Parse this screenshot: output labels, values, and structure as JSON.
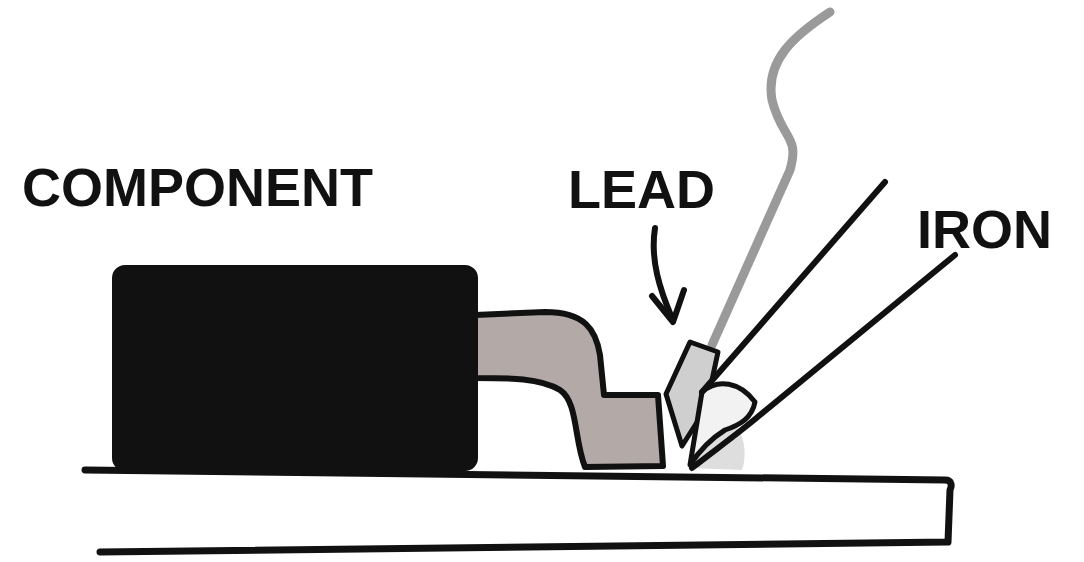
{
  "diagram": {
    "labels": [
      "COMPONENT",
      "LEAD",
      "IRON"
    ]
  }
}
